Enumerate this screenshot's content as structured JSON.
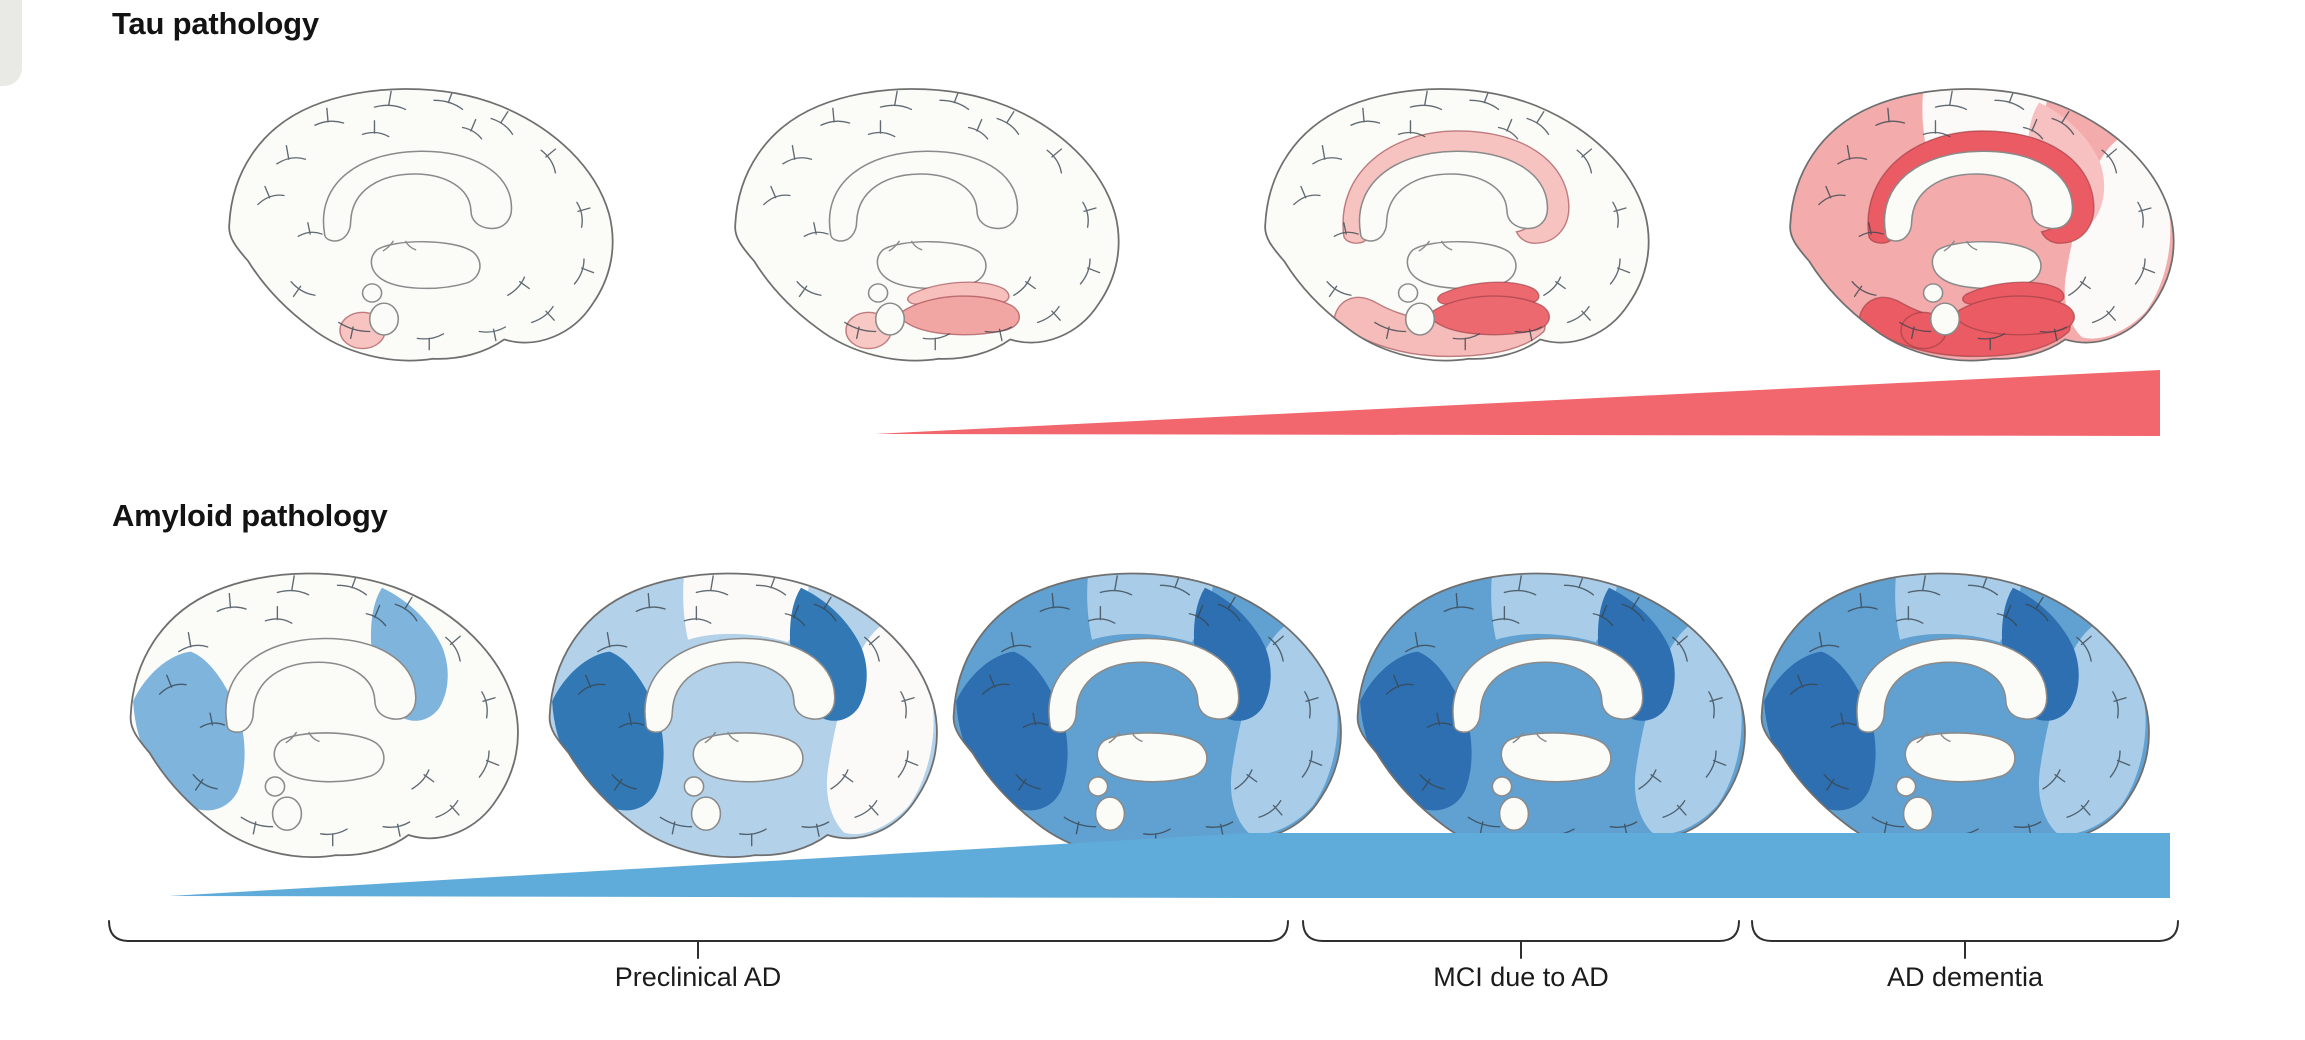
{
  "figure": {
    "background": "#FFFFFF",
    "corner_tab_color": "#E9E9E5"
  },
  "tau_section": {
    "title": "Tau pathology",
    "arrow_color": "#F2666E",
    "stages": [
      {
        "regions": {
          "entorhinal": "#F8C4C1"
        }
      },
      {
        "regions": {
          "entorhinal": "#F8C8C4",
          "hippocampus": "#F2A6A3",
          "hippocampus_upper": "#F7C0BD"
        }
      },
      {
        "regions": {
          "cingulate": "#F7C3C1",
          "temporal": "#F5BCB9",
          "hippocampus": "#ED6970",
          "hippocampus_upper": "#ED6970"
        }
      },
      {
        "regions": {
          "cortex": "#F4ABAC",
          "paracentral": "#FBFAF8",
          "occipital": "#FBFAF8",
          "precuneus": "#F7C0C1",
          "cingulate": "#EB5B63",
          "temporal": "#EB5B63",
          "hippocampus": "#EB5B63",
          "hippocampus_upper": "#EB5B63",
          "entorhinal": "#EB5B63"
        }
      }
    ]
  },
  "amyloid_section": {
    "title": "Amyloid pathology",
    "arrow_color": "#5FACDB",
    "stages": [
      {
        "regions": {
          "frontal": "#7FB4DC",
          "precuneus": "#7FB4DC"
        }
      },
      {
        "regions": {
          "cortex": "#B3D2EA",
          "paracentral": "#FBFAF8",
          "occipital": "#FBFAF8",
          "frontal": "#3178B5",
          "precuneus": "#3178B5"
        }
      },
      {
        "regions": {
          "cortex": "#61A1D2",
          "paracentral": "#A9CDE8",
          "occipital": "#A9CDE8",
          "frontal": "#2D6FB0",
          "precuneus": "#2D6FB0"
        }
      },
      {
        "regions": {
          "cortex": "#61A1D2",
          "paracentral": "#A9CDE8",
          "occipital": "#A9CDE8",
          "frontal": "#2D6FB0",
          "precuneus": "#2D6FB0"
        }
      },
      {
        "regions": {
          "cortex": "#61A1D2",
          "paracentral": "#A9CDE8",
          "occipital": "#A9CDE8",
          "frontal": "#2D6FB0",
          "precuneus": "#2D6FB0"
        }
      }
    ]
  },
  "timeline": {
    "bracket_color": "#2F2F2F",
    "brackets": [
      {
        "label": "Preclinical AD"
      },
      {
        "label": "MCI due to AD"
      },
      {
        "label": "AD dementia"
      }
    ]
  }
}
